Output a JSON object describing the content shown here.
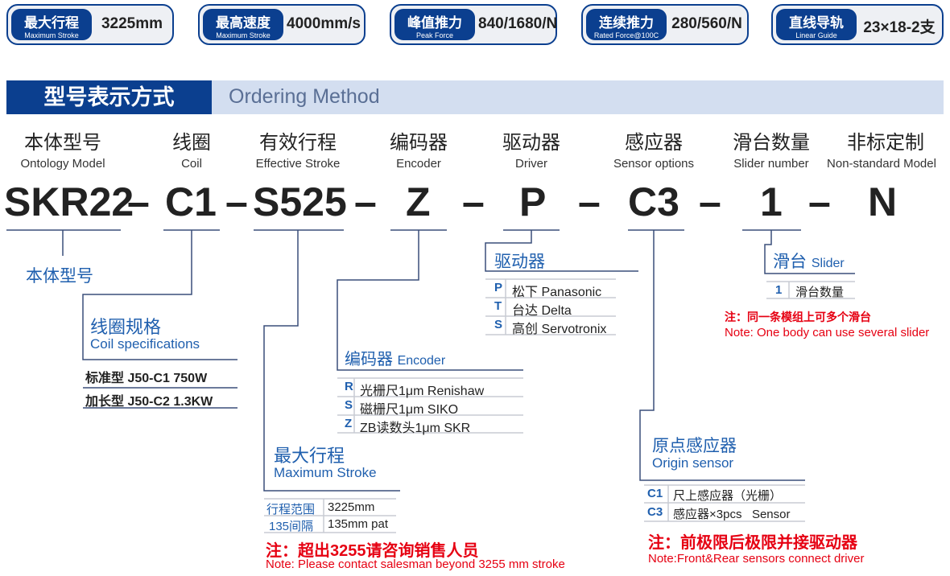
{
  "badges": [
    {
      "zh": "最大行程",
      "en": "Maximum Stroke",
      "value": "3225mm"
    },
    {
      "zh": "最高速度",
      "en": "Maximum Stroke",
      "value": "4000mm/s"
    },
    {
      "zh": "峰值推力",
      "en": "Peak Force",
      "value": "840/1680/N"
    },
    {
      "zh": "连续推力",
      "en": "Rated Force@100C",
      "value": "280/560/N"
    },
    {
      "zh": "直线导轨",
      "en": "Linear Guide",
      "value": "23×18-2支"
    }
  ],
  "header": {
    "zh": "型号表示方式",
    "en": "Ordering Method"
  },
  "columns": [
    {
      "zh": "本体型号",
      "en": "Ontology Model"
    },
    {
      "zh": "线圈",
      "en": "Coil"
    },
    {
      "zh": "有效行程",
      "en": "Effective Stroke"
    },
    {
      "zh": "编码器",
      "en": "Encoder"
    },
    {
      "zh": "驱动器",
      "en": "Driver"
    },
    {
      "zh": "感应器",
      "en": "Sensor options"
    },
    {
      "zh": "滑台数量",
      "en": "Slider number"
    },
    {
      "zh": "非标定制",
      "en": "Non-standard Model"
    }
  ],
  "code": {
    "parts": [
      "SKR22",
      "C1",
      "S525",
      "Z",
      "P",
      "C3",
      "1",
      "N"
    ],
    "dash": "–"
  },
  "body": {
    "title": "本体型号"
  },
  "coil": {
    "title": "线圈规格",
    "subtitle": "Coil specifications",
    "items": [
      "标准型 J50-C1 750W",
      "加长型 J50-C2 1.3KW"
    ]
  },
  "stroke": {
    "title": "最大行程",
    "subtitle": "Maximum Stroke",
    "rows": [
      {
        "k": "行程范围",
        "v": "3225mm"
      },
      {
        "k": "135间隔",
        "v": "135mm pat"
      }
    ],
    "note_zh": "注：超出3255请咨询销售人员",
    "note_en": "Note: Please contact salesman beyond 3255 mm stroke"
  },
  "encoder": {
    "title": "编码器",
    "subtitle": "Encoder",
    "rows": [
      {
        "k": "R",
        "v": "光栅尺1μm Renishaw"
      },
      {
        "k": "S",
        "v": "磁栅尺1μm SIKO"
      },
      {
        "k": "Z",
        "v": "ZB读数头1μm SKR"
      }
    ]
  },
  "driver": {
    "title": "驱动器",
    "rows": [
      {
        "k": "P",
        "v": "松下 Panasonic"
      },
      {
        "k": "T",
        "v": "台达 Delta"
      },
      {
        "k": "S",
        "v": "高创 Servotronix"
      }
    ]
  },
  "sensor": {
    "title": "原点感应器",
    "subtitle": "Origin sensor",
    "rows": [
      {
        "k": "C1",
        "v": "尺上感应器（光栅）"
      },
      {
        "k": "C3",
        "v": "感应器×3pcs   Sensor"
      }
    ],
    "note_zh": "注：前极限后极限并接驱动器",
    "note_en": "Note:Front&Rear sensors connect driver"
  },
  "slider": {
    "title": "滑台",
    "subtitle": "Slider",
    "rows": [
      {
        "k": "1",
        "v": "滑台数量"
      }
    ],
    "note_zh": "注：同一条模组上可多个滑台",
    "note_en": "Note: One body can use several slider"
  },
  "colors": {
    "brand": "#0b3f8f",
    "accent": "#1f5fae",
    "note": "#e60012",
    "band": "#d3def0"
  }
}
